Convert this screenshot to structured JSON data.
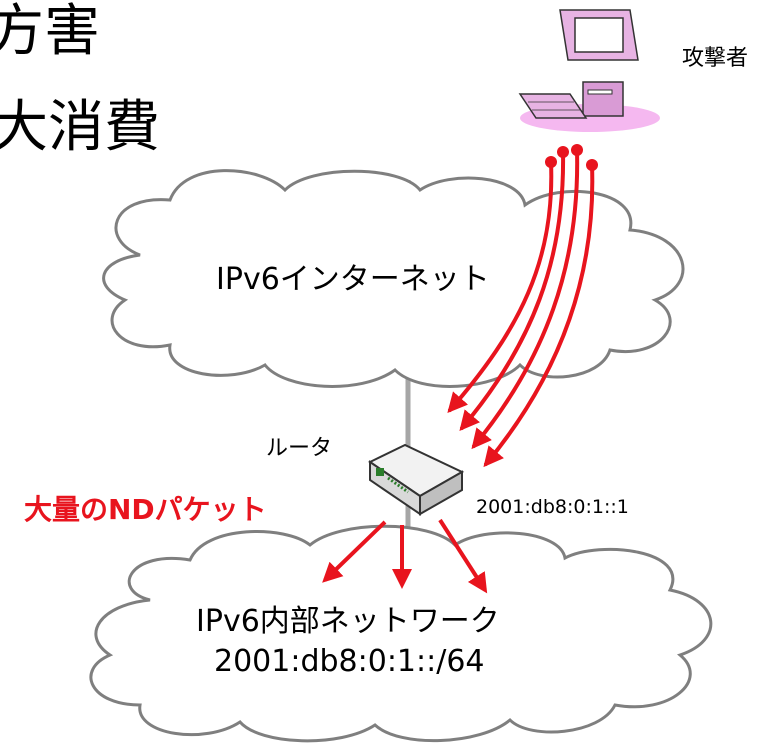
{
  "title": {
    "line1": "方害",
    "line2": "大消費"
  },
  "nodes": {
    "attacker_label": "攻撃者",
    "router_label": "ルータ",
    "router_address": "2001:db8:0:1::1",
    "internet_label": "IPv6インターネット",
    "internal_label": "IPv6内部ネットワーク",
    "internal_prefix": "2001:db8:0:1::/64"
  },
  "annotation": {
    "nd_packets": "大量のNDパケット"
  },
  "colors": {
    "attack_red": "#e8141e",
    "cloud_stroke": "#7f7f7f",
    "link_gray": "#a6a6a6",
    "pc_pink": "#f5b8f0"
  }
}
